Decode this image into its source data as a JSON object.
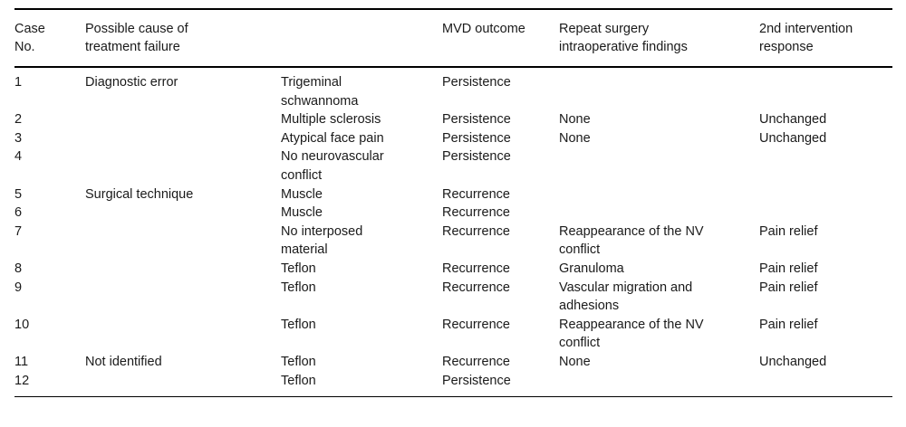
{
  "table": {
    "columns": [
      {
        "id": "case_no",
        "header": "Case\nNo."
      },
      {
        "id": "cause",
        "header": "Possible cause of\ntreatment failure"
      },
      {
        "id": "detail",
        "header": ""
      },
      {
        "id": "mvd",
        "header": "MVD outcome"
      },
      {
        "id": "repeat",
        "header": "Repeat surgery\nintraoperative findings"
      },
      {
        "id": "response",
        "header": "2nd intervention\nresponse"
      }
    ],
    "rows": [
      {
        "case_no": "1",
        "cause": "Diagnostic error",
        "detail": "Trigeminal\nschwannoma",
        "mvd": "Persistence",
        "repeat": "",
        "response": ""
      },
      {
        "case_no": "2",
        "cause": "",
        "detail": "Multiple sclerosis",
        "mvd": "Persistence",
        "repeat": "None",
        "response": "Unchanged"
      },
      {
        "case_no": "3",
        "cause": "",
        "detail": "Atypical face pain",
        "mvd": "Persistence",
        "repeat": "None",
        "response": "Unchanged"
      },
      {
        "case_no": "4",
        "cause": "",
        "detail": "No neurovascular\nconflict",
        "mvd": "Persistence",
        "repeat": "",
        "response": ""
      },
      {
        "case_no": "5",
        "cause": "Surgical technique",
        "detail": "Muscle",
        "mvd": "Recurrence",
        "repeat": "",
        "response": ""
      },
      {
        "case_no": "6",
        "cause": "",
        "detail": "Muscle",
        "mvd": "Recurrence",
        "repeat": "",
        "response": ""
      },
      {
        "case_no": "7",
        "cause": "",
        "detail": "No interposed\nmaterial",
        "mvd": "Recurrence",
        "repeat": "Reappearance of the NV\nconflict",
        "response": "Pain relief"
      },
      {
        "case_no": "8",
        "cause": "",
        "detail": "Teflon",
        "mvd": "Recurrence",
        "repeat": "Granuloma",
        "response": "Pain relief"
      },
      {
        "case_no": "9",
        "cause": "",
        "detail": "Teflon",
        "mvd": "Recurrence",
        "repeat": "Vascular migration and\nadhesions",
        "response": "Pain relief"
      },
      {
        "case_no": "10",
        "cause": "",
        "detail": "Teflon",
        "mvd": "Recurrence",
        "repeat": "Reappearance of the NV\nconflict",
        "response": "Pain relief"
      },
      {
        "case_no": "11",
        "cause": "Not identified",
        "detail": "Teflon",
        "mvd": "Recurrence",
        "repeat": "None",
        "response": "Unchanged"
      },
      {
        "case_no": "12",
        "cause": "",
        "detail": "Teflon",
        "mvd": "Persistence",
        "repeat": "",
        "response": ""
      }
    ]
  },
  "style": {
    "rule_color": "#000000",
    "text_color": "#1a1a1a",
    "background": "#ffffff"
  }
}
